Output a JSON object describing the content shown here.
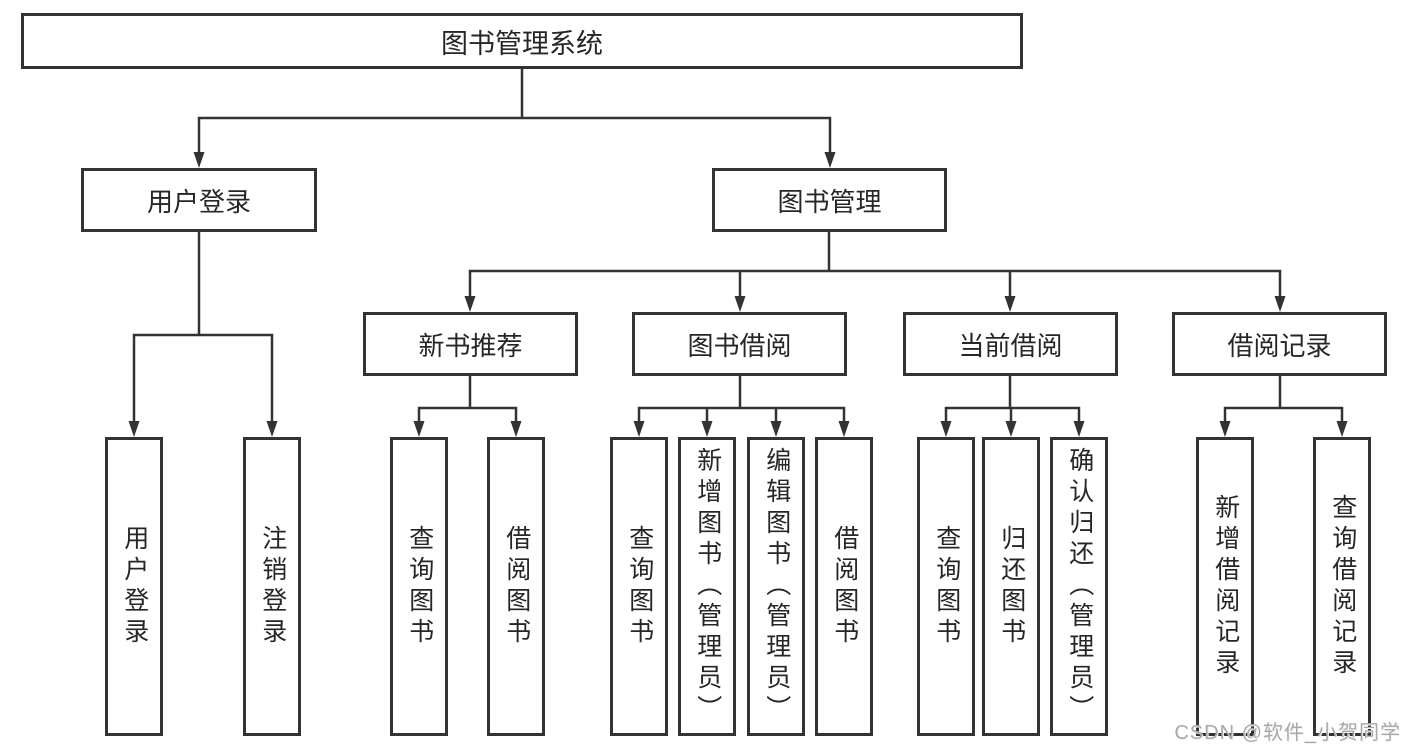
{
  "diagram": {
    "root": {
      "label": "图书管理系统"
    },
    "level2": [
      {
        "label": "用户登录",
        "parent": "图书管理系统"
      },
      {
        "label": "图书管理",
        "parent": "图书管理系统"
      }
    ],
    "level3": [
      {
        "label": "新书推荐",
        "parent": "图书管理"
      },
      {
        "label": "图书借阅",
        "parent": "图书管理"
      },
      {
        "label": "当前借阅",
        "parent": "图书管理"
      },
      {
        "label": "借阅记录",
        "parent": "图书管理"
      }
    ],
    "leaves": [
      {
        "label": "用户登录",
        "parent": "用户登录"
      },
      {
        "label": "注销登录",
        "parent": "用户登录"
      },
      {
        "label": "查询图书",
        "parent": "新书推荐"
      },
      {
        "label": "借阅图书",
        "parent": "新书推荐"
      },
      {
        "label": "查询图书",
        "parent": "图书借阅"
      },
      {
        "label": "新增图书（管理员）",
        "parent": "图书借阅"
      },
      {
        "label": "编辑图书（管理员）",
        "parent": "图书借阅"
      },
      {
        "label": "借阅图书",
        "parent": "图书借阅"
      },
      {
        "label": "查询图书",
        "parent": "当前借阅"
      },
      {
        "label": "归还图书",
        "parent": "当前借阅"
      },
      {
        "label": "确认归还（管理员）",
        "parent": "当前借阅"
      },
      {
        "label": "新增借阅记录",
        "parent": "借阅记录"
      },
      {
        "label": "查询借阅记录",
        "parent": "借阅记录"
      }
    ]
  },
  "watermark": "CSDN @软件_小贺同学",
  "colors": {
    "line": "#333333",
    "box_border": "#333333",
    "text": "#262626",
    "background": "#ffffff",
    "watermark": "#a9a9a9"
  }
}
